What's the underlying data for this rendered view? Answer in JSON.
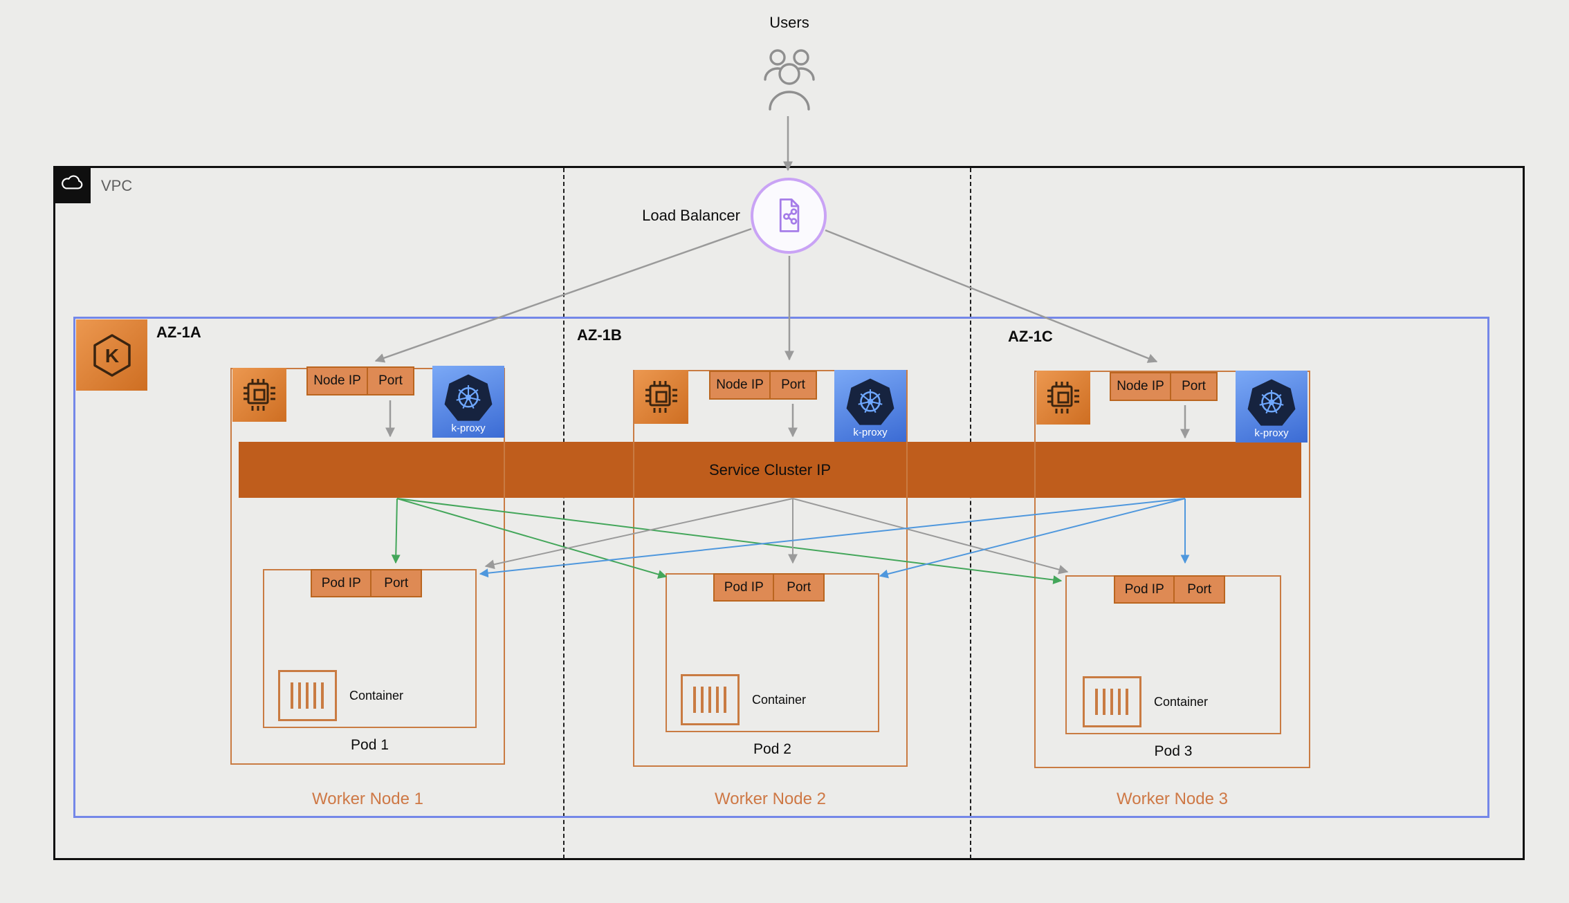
{
  "palette": {
    "background": "#ECECEA",
    "orange_fill": "#DE8A54",
    "orange_service_bar": "#BF5D1C",
    "orange_border": "#C97B42",
    "worker_label_orange": "#CE7845",
    "cluster_border_blue": "#7487E8",
    "kproxy_blue": "#4C80E8",
    "load_balancer_purple": "#C9A3F5",
    "arrow_gray": "#9A9A9A",
    "arrow_green": "#43A65A",
    "arrow_blue": "#4E97DD"
  },
  "users": {
    "label": "Users"
  },
  "vpc": {
    "label": "VPC"
  },
  "load_balancer": {
    "label": "Load Balancer"
  },
  "cluster": {
    "az_labels": [
      "AZ-1A",
      "AZ-1B",
      "AZ-1C"
    ]
  },
  "service": {
    "label": "Service Cluster IP"
  },
  "nodes": [
    {
      "ip_label": "Node IP",
      "port_label": "Port",
      "kproxy_label": "k-proxy",
      "pod_ip_label": "Pod IP",
      "pod_port_label": "Port",
      "container_label": "Container",
      "pod_label": "Pod 1",
      "worker_label": "Worker Node 1"
    },
    {
      "ip_label": "Node IP",
      "port_label": "Port",
      "kproxy_label": "k-proxy",
      "pod_ip_label": "Pod IP",
      "pod_port_label": "Port",
      "container_label": "Container",
      "pod_label": "Pod 2",
      "worker_label": "Worker Node 2"
    },
    {
      "ip_label": "Node IP",
      "port_label": "Port",
      "kproxy_label": "k-proxy",
      "pod_ip_label": "Pod IP",
      "pod_port_label": "Port",
      "container_label": "Container",
      "pod_label": "Pod 3",
      "worker_label": "Worker Node 3"
    }
  ]
}
